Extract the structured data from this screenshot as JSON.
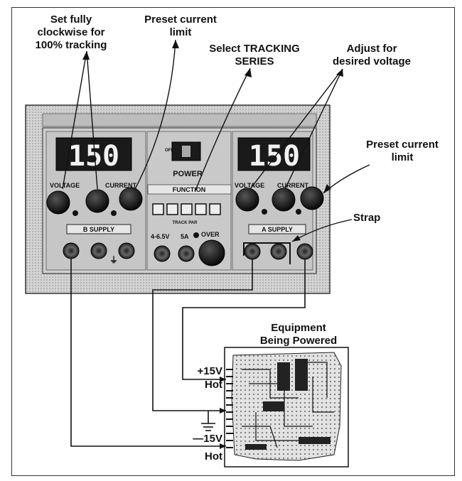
{
  "callouts": {
    "tracking": [
      "Set fully",
      "clockwise for",
      "100% tracking"
    ],
    "preset_left": [
      "Preset current",
      "limit"
    ],
    "select_tracking": [
      "Select TRACKING",
      "SERIES"
    ],
    "adjust_voltage": [
      "Adjust for",
      "desired voltage"
    ],
    "preset_right": [
      "Preset current",
      "limit"
    ],
    "strap": "Strap",
    "equipment": [
      "Equipment",
      "Being Powered"
    ]
  },
  "supply": {
    "display_b": "150",
    "display_a": "150",
    "power_label": "POWER",
    "power_off": "OFF",
    "function_label": "FUNCTION",
    "b_supply_label": "B SUPPLY",
    "a_supply_label": "A SUPPLY",
    "voltage_label": "VOLTAGE",
    "current_label": "CURRENT",
    "voltage_label_a": "VOLTAGE",
    "current_label_a": "CURRENT",
    "fixed_output_label": "4-6.5V",
    "fixed_amp_label": "5A",
    "over_label": "OVER",
    "function_buttons": "TRACK PAR"
  },
  "connections": {
    "plus_voltage": "+15V",
    "plus_hot": "Hot",
    "minus_voltage": "—15V",
    "minus_hot": "Hot"
  }
}
